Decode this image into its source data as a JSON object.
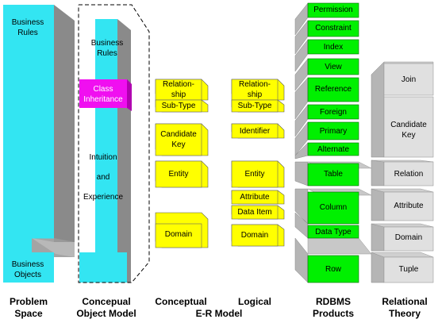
{
  "columns": {
    "problem_space": {
      "title": "Problem\nSpace",
      "top_label": "Business\nRules",
      "bottom_label": "Business\nObjects",
      "colors": {
        "face": "#33e5f2",
        "side": "#8c8c8c"
      }
    },
    "conceptual_object_model": {
      "title": "Concepual\nObject Model",
      "business_rules": "Business\nRules",
      "class_inheritance": "Class\nInheritance",
      "intuition": "Intuition",
      "and": "and",
      "experience": "Experience",
      "colors": {
        "face": "#33e5f2",
        "highlight": "#f00ff0"
      }
    },
    "conceptual_er": {
      "title": "Conceptual",
      "items": [
        "Relation-\nship",
        "Sub-Type",
        "Candidate\nKey",
        "Entity",
        "Domain"
      ],
      "color": "#ffff00"
    },
    "logical_er": {
      "title": "Logical",
      "items": [
        "Relation-\nship",
        "Sub-Type",
        "Identifier",
        "Entity",
        "Attribute",
        "Data Item",
        "Domain"
      ],
      "color": "#ffff00"
    },
    "er_model_title": "E-R Model",
    "rdbms_products": {
      "title": "RDBMS\nProducts",
      "items": [
        "Permission",
        "Constraint",
        "Index",
        "View",
        "Reference",
        "Foreign",
        "Primary",
        "Alternate",
        "Table",
        "Column",
        "Data Type",
        "Row"
      ],
      "color": "#00f000"
    },
    "relational_theory": {
      "title": "Relational\nTheory",
      "items": [
        "Join",
        "Candidate\nKey",
        "Relation",
        "Attribute",
        "Domain",
        "Tuple"
      ],
      "color": "#e0e0e0"
    }
  }
}
